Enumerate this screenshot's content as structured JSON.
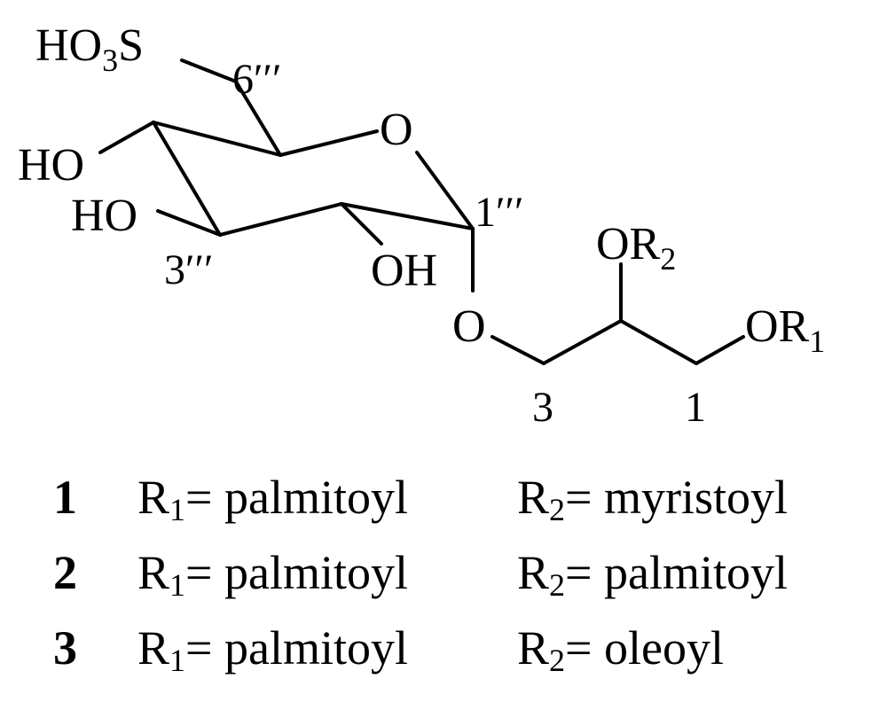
{
  "structure": {
    "sulfonic_group": {
      "prefix": "HO",
      "sub": "3",
      "suffix": "S"
    },
    "ring_oxygen": "O",
    "hydroxyl_4": "HO",
    "hydroxyl_3": "HO",
    "hydroxyl_2": "OH",
    "glycosidic_oxygen": "O",
    "or2_group": {
      "prefix": "OR",
      "sub": "2"
    },
    "or1_group": {
      "prefix": "OR",
      "sub": "1"
    },
    "locant_6": "6′′′",
    "locant_1": "1′′′",
    "locant_3_sugar": "3′′′",
    "locant_3_glycerol": "3",
    "locant_1_glycerol": "1"
  },
  "compounds": [
    {
      "id": "1",
      "r1_label": "R",
      "r1_sub": "1",
      "r1_value": "= palmitoyl",
      "r2_label": "R",
      "r2_sub": "2",
      "r2_value": "= myristoyl"
    },
    {
      "id": "2",
      "r1_label": "R",
      "r1_sub": "1",
      "r1_value": "= palmitoyl",
      "r2_label": "R",
      "r2_sub": "2",
      "r2_value": "= palmitoyl"
    },
    {
      "id": "3",
      "r1_label": "R",
      "r1_sub": "1",
      "r1_value": "= palmitoyl",
      "r2_label": "R",
      "r2_sub": "2",
      "r2_value": "= oleoyl"
    }
  ]
}
